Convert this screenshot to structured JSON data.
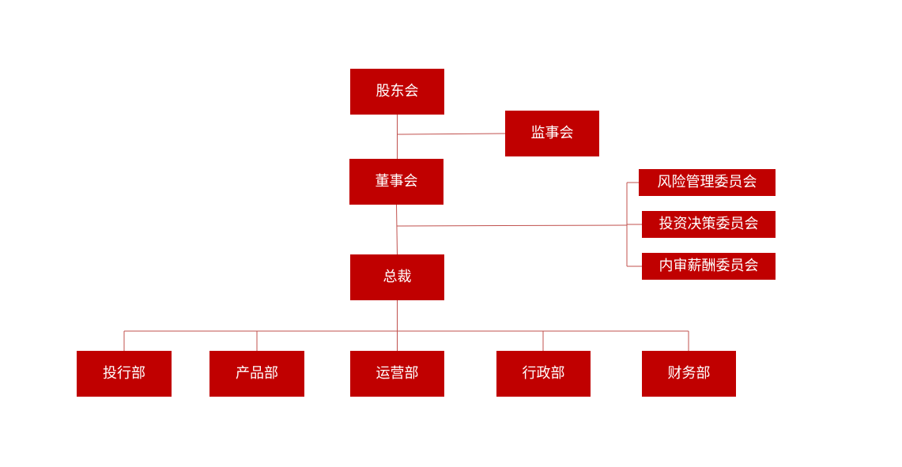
{
  "org_chart": {
    "shareholders": "股东会",
    "supervisors": "监事会",
    "board": "董事会",
    "committees": [
      "风险管理委员会",
      "投资决策委员会",
      "内审薪酬委员会"
    ],
    "ceo": "总裁",
    "departments": [
      "投行部",
      "产品部",
      "运营部",
      "行政部",
      "财务部"
    ]
  },
  "colors": {
    "box_fill": "#c00000",
    "box_text": "#ffffff",
    "connector": "#c0504d"
  }
}
